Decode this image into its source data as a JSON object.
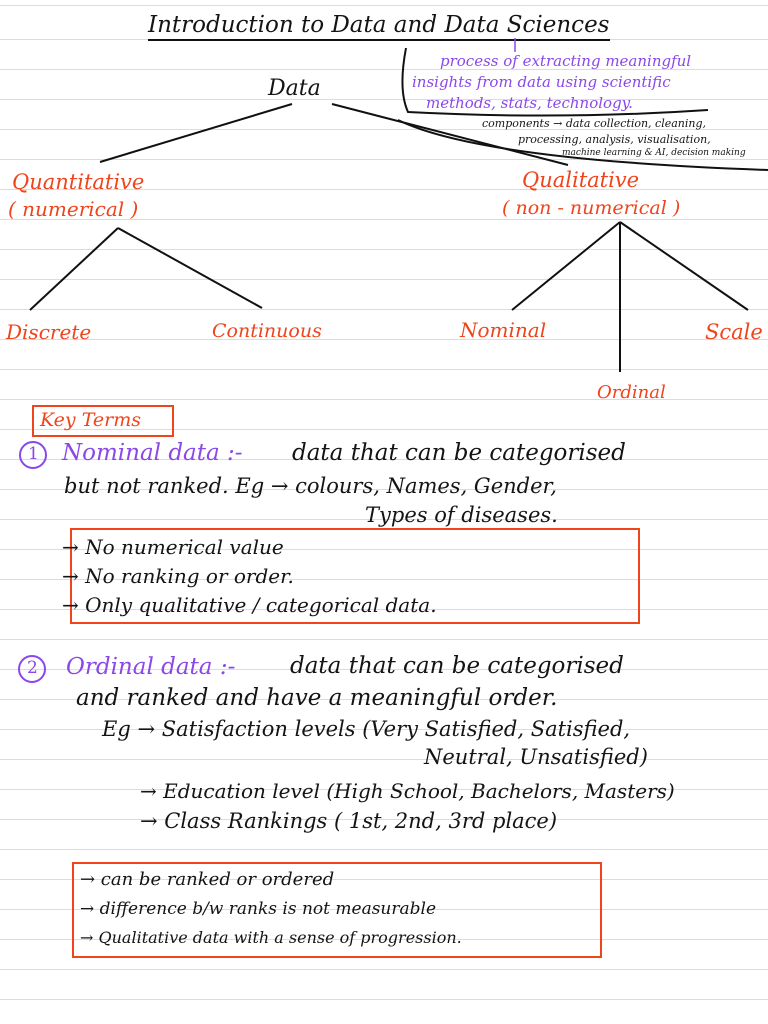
{
  "title": "Introduction to Data and Data Sciences",
  "definition": {
    "lines": [
      "process of extracting meaningful",
      "insights from data using scientific",
      "methods, stats, technology."
    ],
    "components": [
      "components → data collection, cleaning,",
      "processing, analysis, visualisation,",
      "machine learning & AI, decision making"
    ]
  },
  "tree": {
    "root": "Data",
    "quantitative": {
      "label": "Quantitative",
      "sub": "( numerical )",
      "children": [
        "Discrete",
        "Continuous"
      ]
    },
    "qualitative": {
      "label": "Qualitative",
      "sub": "( non - numerical )",
      "children": [
        "Nominal",
        "Ordinal",
        "Scale"
      ]
    }
  },
  "key_terms": {
    "heading": "Key Terms",
    "nominal": {
      "number": "1",
      "title": "Nominal data :-",
      "def_lines": [
        "data that can be categorised",
        "but not ranked. Eg → colours, Names, Gender,",
        "Types of diseases."
      ],
      "points": [
        "→ No numerical value",
        "→ No ranking or order.",
        "→ Only qualitative / categorical data."
      ]
    },
    "ordinal": {
      "number": "2",
      "title": "Ordinal data :-",
      "def_lines": [
        "data that can be categorised",
        "and ranked and have a meaningful order."
      ],
      "examples": [
        "Eg → Satisfaction levels (Very Satisfied, Satisfied,",
        "Neutral, Unsatisfied)",
        "→ Education level (High School, Bachelors, Masters)",
        "→ Class Rankings ( 1st, 2nd, 3rd place)"
      ],
      "points": [
        "→ can be ranked or ordered",
        "→ difference b/w ranks is not measurable",
        "→ Qualitative data with a sense of progression."
      ]
    }
  }
}
